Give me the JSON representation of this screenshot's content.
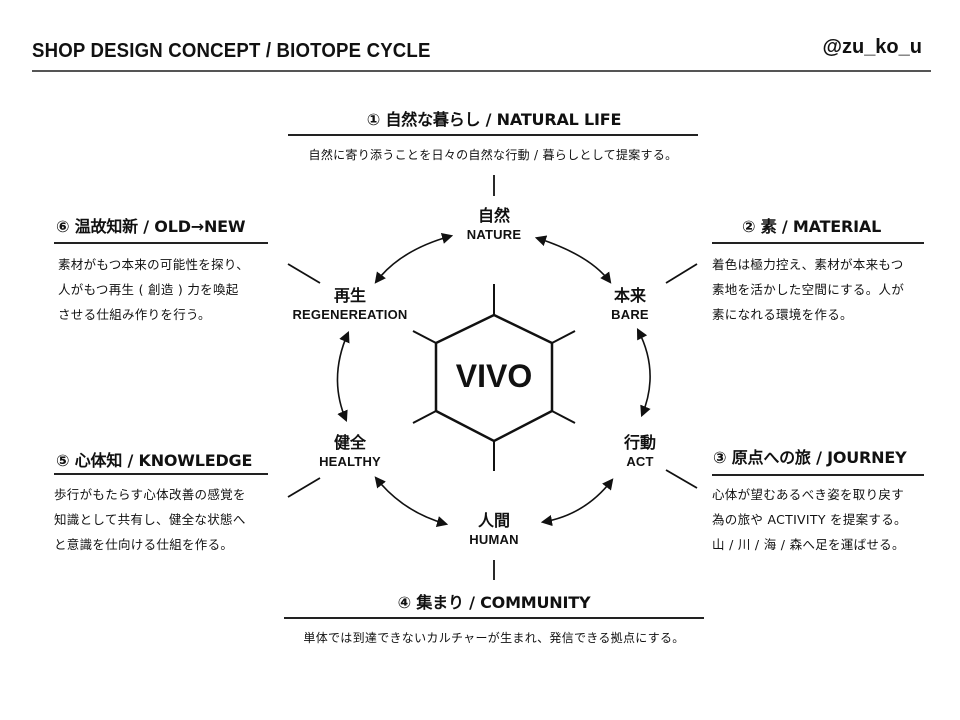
{
  "header": {
    "title": "SHOP DESIGN CONCEPT / BIOTOPE CYCLE",
    "handle": "@zu_ko_u"
  },
  "center": {
    "label": "VIVO"
  },
  "nodes": {
    "nature": {
      "jp": "自然",
      "en": "NATURE"
    },
    "bare": {
      "jp": "本来",
      "en": "BARE"
    },
    "act": {
      "jp": "行動",
      "en": "ACT"
    },
    "human": {
      "jp": "人間",
      "en": "HUMAN"
    },
    "healthy": {
      "jp": "健全",
      "en": "HEALTHY"
    },
    "regeneration": {
      "jp": "再生",
      "en": "REGENEREATION"
    }
  },
  "sections": {
    "natural_life": {
      "title": "① 自然な暮らし / NATURAL LIFE",
      "body": "自然に寄り添うことを日々の自然な行動 / 暮らしとして提案する。"
    },
    "material": {
      "title": "② 素 / MATERIAL",
      "body": "着色は極力控え、素材が本来もつ\n素地を活かした空間にする。人が\n素になれる環境を作る。"
    },
    "journey": {
      "title": "③ 原点への旅 / JOURNEY",
      "body": "心体が望むあるべき姿を取り戻す\n為の旅や ACTIVITY を提案する。\n山 / 川 / 海 / 森へ足を運ばせる。"
    },
    "community": {
      "title": "④ 集まり / COMMUNITY",
      "body": "単体では到達できないカルチャーが生まれ、発信できる拠点にする。"
    },
    "knowledge": {
      "title": "⑤ 心体知 / KNOWLEDGE",
      "body": "歩行がもたらす心体改善の感覚を\n知識として共有し、健全な状態へ\nと意識を仕向ける仕組を作る。"
    },
    "old_new": {
      "title": "⑥ 温故知新 / OLD→NEW",
      "body": "素材がもつ本来の可能性を探り、\n人がもつ再生 ( 創造 ) 力を喚起\nさせる仕組み作りを行う。"
    }
  }
}
